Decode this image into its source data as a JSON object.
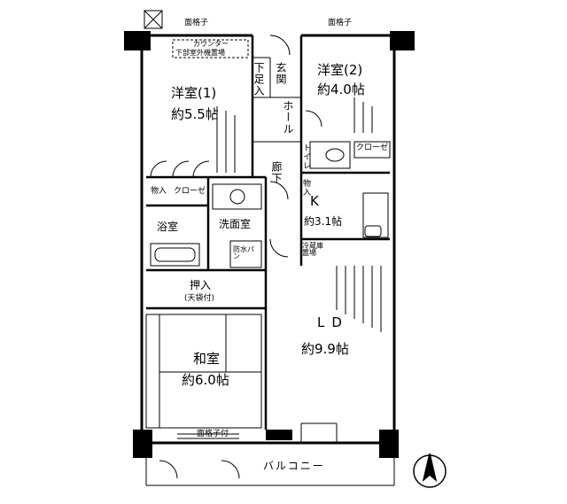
{
  "floorplan": {
    "lattice_left": "面格子",
    "lattice_right": "面格子",
    "counter_note": "カウンター",
    "counter_note_sub": "下部室外機置場",
    "entrance": "玄関",
    "shoe_storage": "下足入",
    "hall": "ホール",
    "corridor": "廊下",
    "toilet": "トイレ",
    "closet_right": "クローゼ",
    "closet_left": "クローゼ",
    "storage_a": "物入",
    "storage_b": "物入",
    "bath": "浴室",
    "washroom": "洗面室",
    "waterproof_pan": "防水パン",
    "fridge": "冷蔵庫置場",
    "oshiire": "押入",
    "oshiire_sub": "(天袋付)",
    "lattice_bottom": "面格子付",
    "balcony": "バルコニー"
  },
  "rooms": [
    {
      "name": "洋室(1)",
      "size": "約5.5帖"
    },
    {
      "name": "洋室(2)",
      "size": "約4.0帖"
    },
    {
      "name": "K",
      "size": "約3.1帖"
    },
    {
      "name": "LD",
      "size": "約9.9帖"
    },
    {
      "name": "和室",
      "size": "約6.0帖"
    }
  ],
  "compass": {
    "label": "N"
  }
}
